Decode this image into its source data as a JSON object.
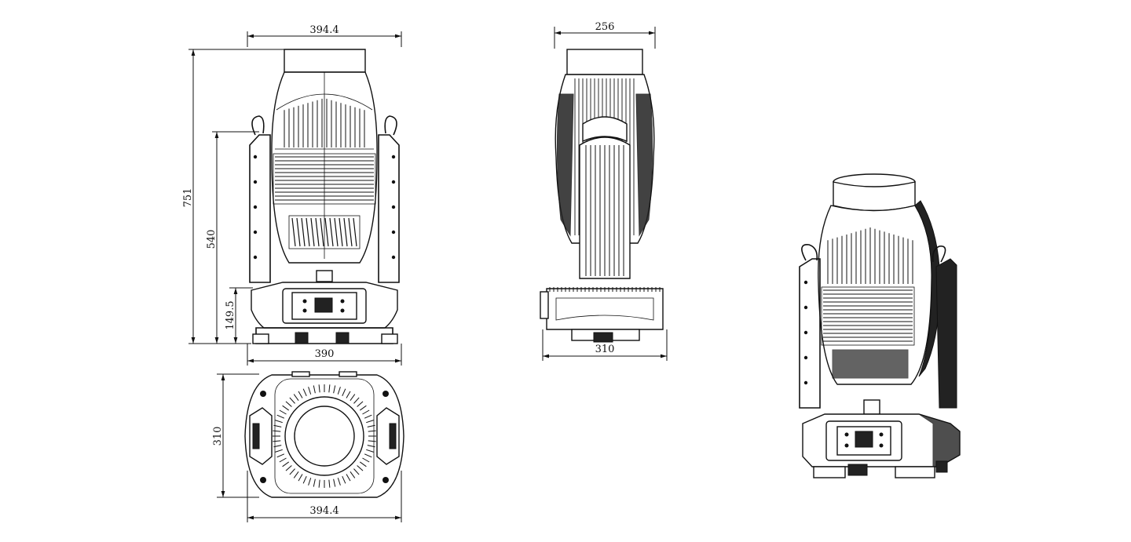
{
  "drawing": {
    "front_view": {
      "width_top": "394.4",
      "height_total": "751",
      "height_arms": "540",
      "height_base": "149.5",
      "width_base": "390"
    },
    "side_view": {
      "width_top": "256",
      "width_base": "310"
    },
    "top_view": {
      "depth": "310",
      "width": "394.4"
    }
  }
}
